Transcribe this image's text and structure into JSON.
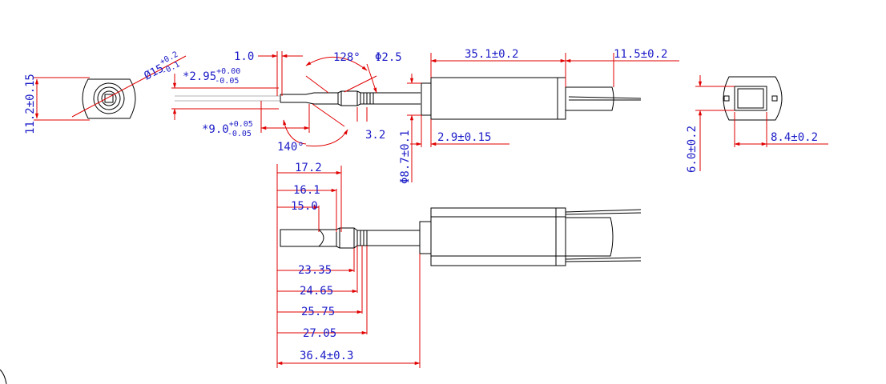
{
  "end_view": {
    "height_dim": "11.2±0.15",
    "dia_main": "Ø15",
    "dia_tol_upper": "+0.2",
    "dia_tol_lower": "-0.1"
  },
  "side_view": {
    "dim_1_0": "1.0",
    "width_dim_main": "*2.95",
    "width_tol_upper": "+0.00",
    "width_tol_lower": "-0.05",
    "angle_128": "128°",
    "dia_2_5": "Φ2.5",
    "len_35_1": "35.1±0.2",
    "len_11_5": "11.5±0.2",
    "len_9_0_main": "*9.0",
    "len_9_0_upper": "+0.05",
    "len_9_0_lower": "-0.05",
    "angle_140": "140°",
    "dim_3_2": "3.2",
    "dia_8_7": "Φ8.7±0.1",
    "len_2_9": "2.9±0.15"
  },
  "right_view": {
    "height_dim": "6.0±0.2",
    "width_dim": "8.4±0.2"
  },
  "bottom_view": {
    "stations_top": [
      "17.2",
      "16.1",
      "15.0"
    ],
    "stations_bottom": [
      "23.35",
      "24.65",
      "25.75",
      "27.05"
    ],
    "overall": "36.4±0.3"
  }
}
